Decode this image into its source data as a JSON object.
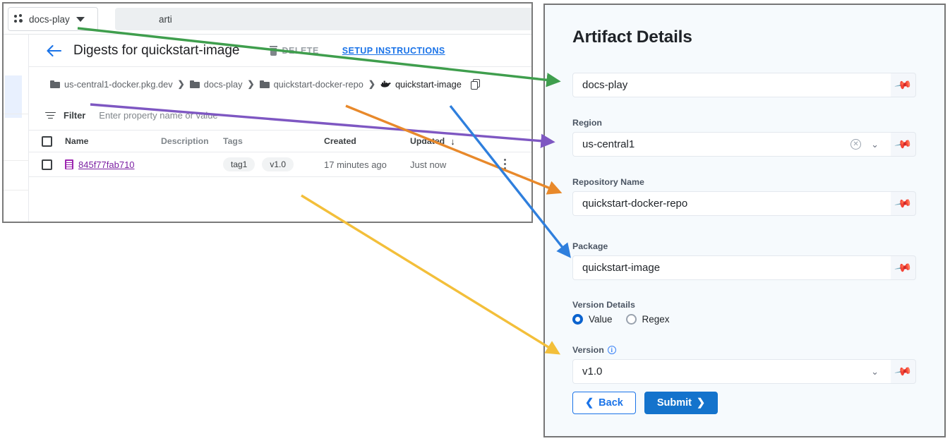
{
  "left_console": {
    "topbar": {
      "project_picker": {
        "label": "docs-play",
        "icon": "project-nodes-icon",
        "caret": "▾"
      },
      "search_value": "arti"
    },
    "page_header": {
      "back_icon": "back-arrow-icon",
      "title": "Digests for quickstart-image",
      "delete_label": "DELETE",
      "setup_label": "SETUP INSTRUCTIONS"
    },
    "breadcrumb": {
      "items": [
        {
          "label": "us-central1-docker.pkg.dev",
          "icon": "folder-icon"
        },
        {
          "label": "docs-play",
          "icon": "folder-icon"
        },
        {
          "label": "quickstart-docker-repo",
          "icon": "folder-icon"
        },
        {
          "label": "quickstart-image",
          "icon": "docker-icon"
        }
      ],
      "separator": "❯",
      "copy_icon": "copy-icon"
    },
    "filter": {
      "icon": "filter-icon",
      "label": "Filter",
      "placeholder": "Enter property name or value"
    },
    "table": {
      "columns": [
        "Name",
        "Description",
        "Tags",
        "Created",
        "Updated"
      ],
      "sort_column": "Updated",
      "sort_direction_glyph": "↓",
      "rows": [
        {
          "name": "845f77fab710",
          "description": "",
          "tags": [
            "tag1",
            "v1.0"
          ],
          "created": "17 minutes ago",
          "updated": "Just now",
          "overflow_icon": "kebab-menu-icon"
        }
      ]
    }
  },
  "artifact_details": {
    "title": "Artifact Details",
    "fields": [
      {
        "key": "project",
        "label": "",
        "value": "docs-play",
        "has_clear": false,
        "has_chevron": false,
        "pin_icon": "pin-icon"
      },
      {
        "key": "region",
        "label": "Region",
        "value": "us-central1",
        "has_clear": true,
        "has_chevron": true,
        "pin_icon": "pin-icon"
      },
      {
        "key": "repository_name",
        "label": "Repository Name",
        "value": "quickstart-docker-repo",
        "has_clear": false,
        "has_chevron": false,
        "pin_icon": "pin-icon"
      },
      {
        "key": "package",
        "label": "Package",
        "value": "quickstart-image",
        "has_clear": false,
        "has_chevron": false,
        "pin_icon": "pin-icon"
      }
    ],
    "version_details": {
      "label": "Version Details",
      "options": [
        {
          "label": "Value",
          "selected": true
        },
        {
          "label": "Regex",
          "selected": false
        }
      ]
    },
    "version": {
      "label": "Version",
      "info_icon": "info-icon",
      "info_glyph": "i",
      "value": "v1.0",
      "has_chevron": true,
      "pin_icon": "pin-icon"
    },
    "buttons": {
      "back": {
        "label": "Back",
        "glyph": "❮"
      },
      "submit": {
        "label": "Submit",
        "glyph": "❯"
      }
    }
  },
  "annotations": {
    "arrows": [
      {
        "name": "project-arrow",
        "color": "#3f9e4d",
        "from_label": "docs-play (picker)",
        "to_label": "docs-play field"
      },
      {
        "name": "region-arrow",
        "color": "#7e57c2",
        "from_label": "us-central1-docker.pkg.dev",
        "to_label": "Region field"
      },
      {
        "name": "repository-arrow",
        "color": "#e8892b",
        "from_label": "quickstart-docker-repo",
        "to_label": "Repository Name field"
      },
      {
        "name": "package-arrow",
        "color": "#2f7fdd",
        "from_label": "quickstart-image",
        "to_label": "Package field"
      },
      {
        "name": "version-arrow",
        "color": "#f3bf3a",
        "from_label": "v1.0 tag",
        "to_label": "Version field"
      }
    ]
  },
  "colors": {
    "google_blue": "#1a73e8",
    "submit_blue": "#1473cc",
    "link_purple": "#7b1fa2",
    "panel_bg": "#f6fafd",
    "border_gray": "#767676"
  }
}
